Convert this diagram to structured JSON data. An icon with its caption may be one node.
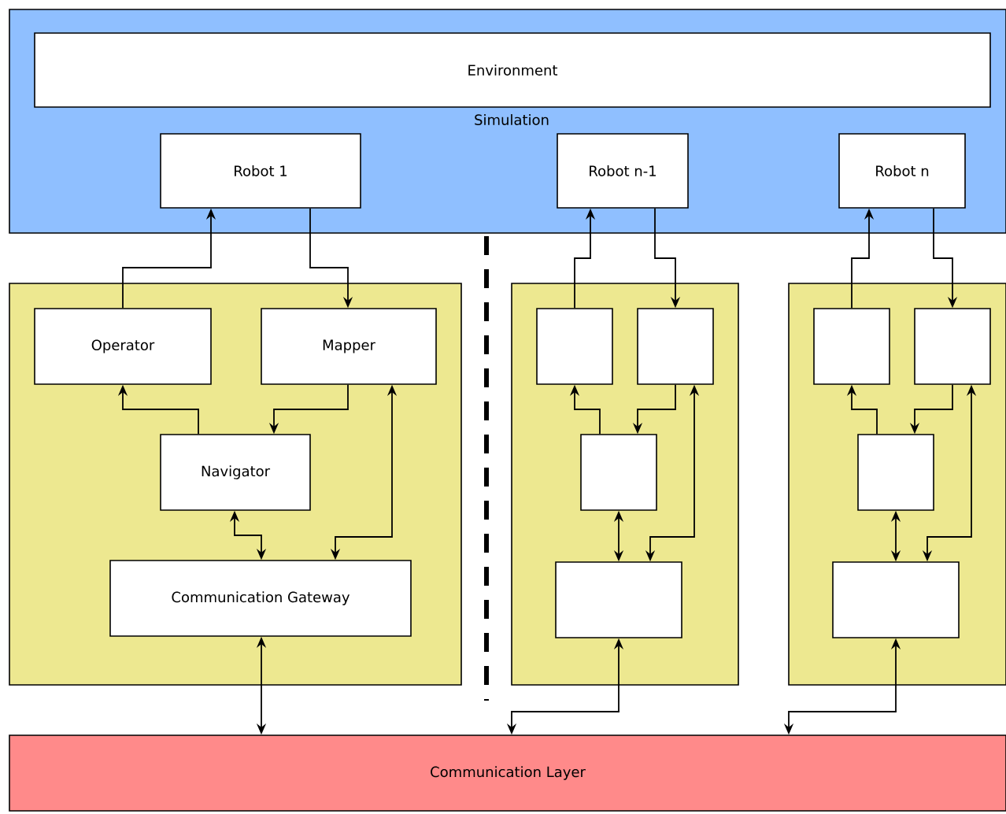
{
  "diagram": {
    "nodes": [
      {
        "text": [
          "Simulation"
        ]
      },
      {
        "text": [
          "Environment"
        ],
        "in": 0
      },
      {
        "text": [
          "Robot 1"
        ],
        "in": 0
      },
      {
        "text": [
          "Robot n-1"
        ],
        "in": 0
      },
      {
        "text": [
          "Robot n"
        ],
        "in": 0
      },
      {
        "text": [],
        "shape": "box"
      },
      {
        "text": [
          "Operator"
        ],
        "in": 5
      },
      {
        "text": [
          "Mapper"
        ],
        "in": 5
      },
      {
        "text": [
          "Navigator"
        ],
        "in": 5
      },
      {
        "text": [
          "Communication Gateway"
        ],
        "in": 5
      },
      {
        "text": [],
        "shape": "box"
      },
      {
        "text": [],
        "shape": "box",
        "in": 10
      },
      {
        "text": [],
        "shape": "box",
        "in": 10
      },
      {
        "text": [],
        "shape": "box",
        "in": 10
      },
      {
        "text": [],
        "shape": "box",
        "in": 10
      },
      {
        "text": [],
        "shape": "box"
      },
      {
        "text": [],
        "shape": "box",
        "in": 15
      },
      {
        "text": [],
        "shape": "box",
        "in": 15
      },
      {
        "text": [],
        "shape": "box",
        "in": 15
      },
      {
        "text": [],
        "shape": "box",
        "in": 15
      },
      {
        "text": [
          "Communication Layer"
        ]
      }
    ],
    "edges": [
      {
        "from": 6,
        "to": 2,
        "arrow": "to"
      },
      {
        "from": 2,
        "to": 7,
        "arrow": "to"
      },
      {
        "from": 7,
        "to": 8,
        "arrow": "to"
      },
      {
        "from": 8,
        "to": 6,
        "arrow": "to"
      },
      {
        "from": 8,
        "to": 9,
        "arrow": "both"
      },
      {
        "from": 7,
        "to": 9,
        "arrow": "both"
      },
      {
        "from": 9,
        "to": 20,
        "arrow": "both"
      },
      {
        "from": 11,
        "to": 3,
        "arrow": "to"
      },
      {
        "from": 3,
        "to": 12,
        "arrow": "to"
      },
      {
        "from": 12,
        "to": 13,
        "arrow": "to"
      },
      {
        "from": 13,
        "to": 11,
        "arrow": "to"
      },
      {
        "from": 13,
        "to": 14,
        "arrow": "both"
      },
      {
        "from": 12,
        "to": 14,
        "arrow": "both"
      },
      {
        "from": 14,
        "to": 20,
        "arrow": "both"
      },
      {
        "from": 16,
        "to": 4,
        "arrow": "to"
      },
      {
        "from": 4,
        "to": 17,
        "arrow": "to"
      },
      {
        "from": 17,
        "to": 18,
        "arrow": "to"
      },
      {
        "from": 18,
        "to": 16,
        "arrow": "to"
      },
      {
        "from": 18,
        "to": 19,
        "arrow": "both"
      },
      {
        "from": 17,
        "to": 19,
        "arrow": "both"
      },
      {
        "from": 19,
        "to": 20,
        "arrow": "both"
      }
    ]
  }
}
